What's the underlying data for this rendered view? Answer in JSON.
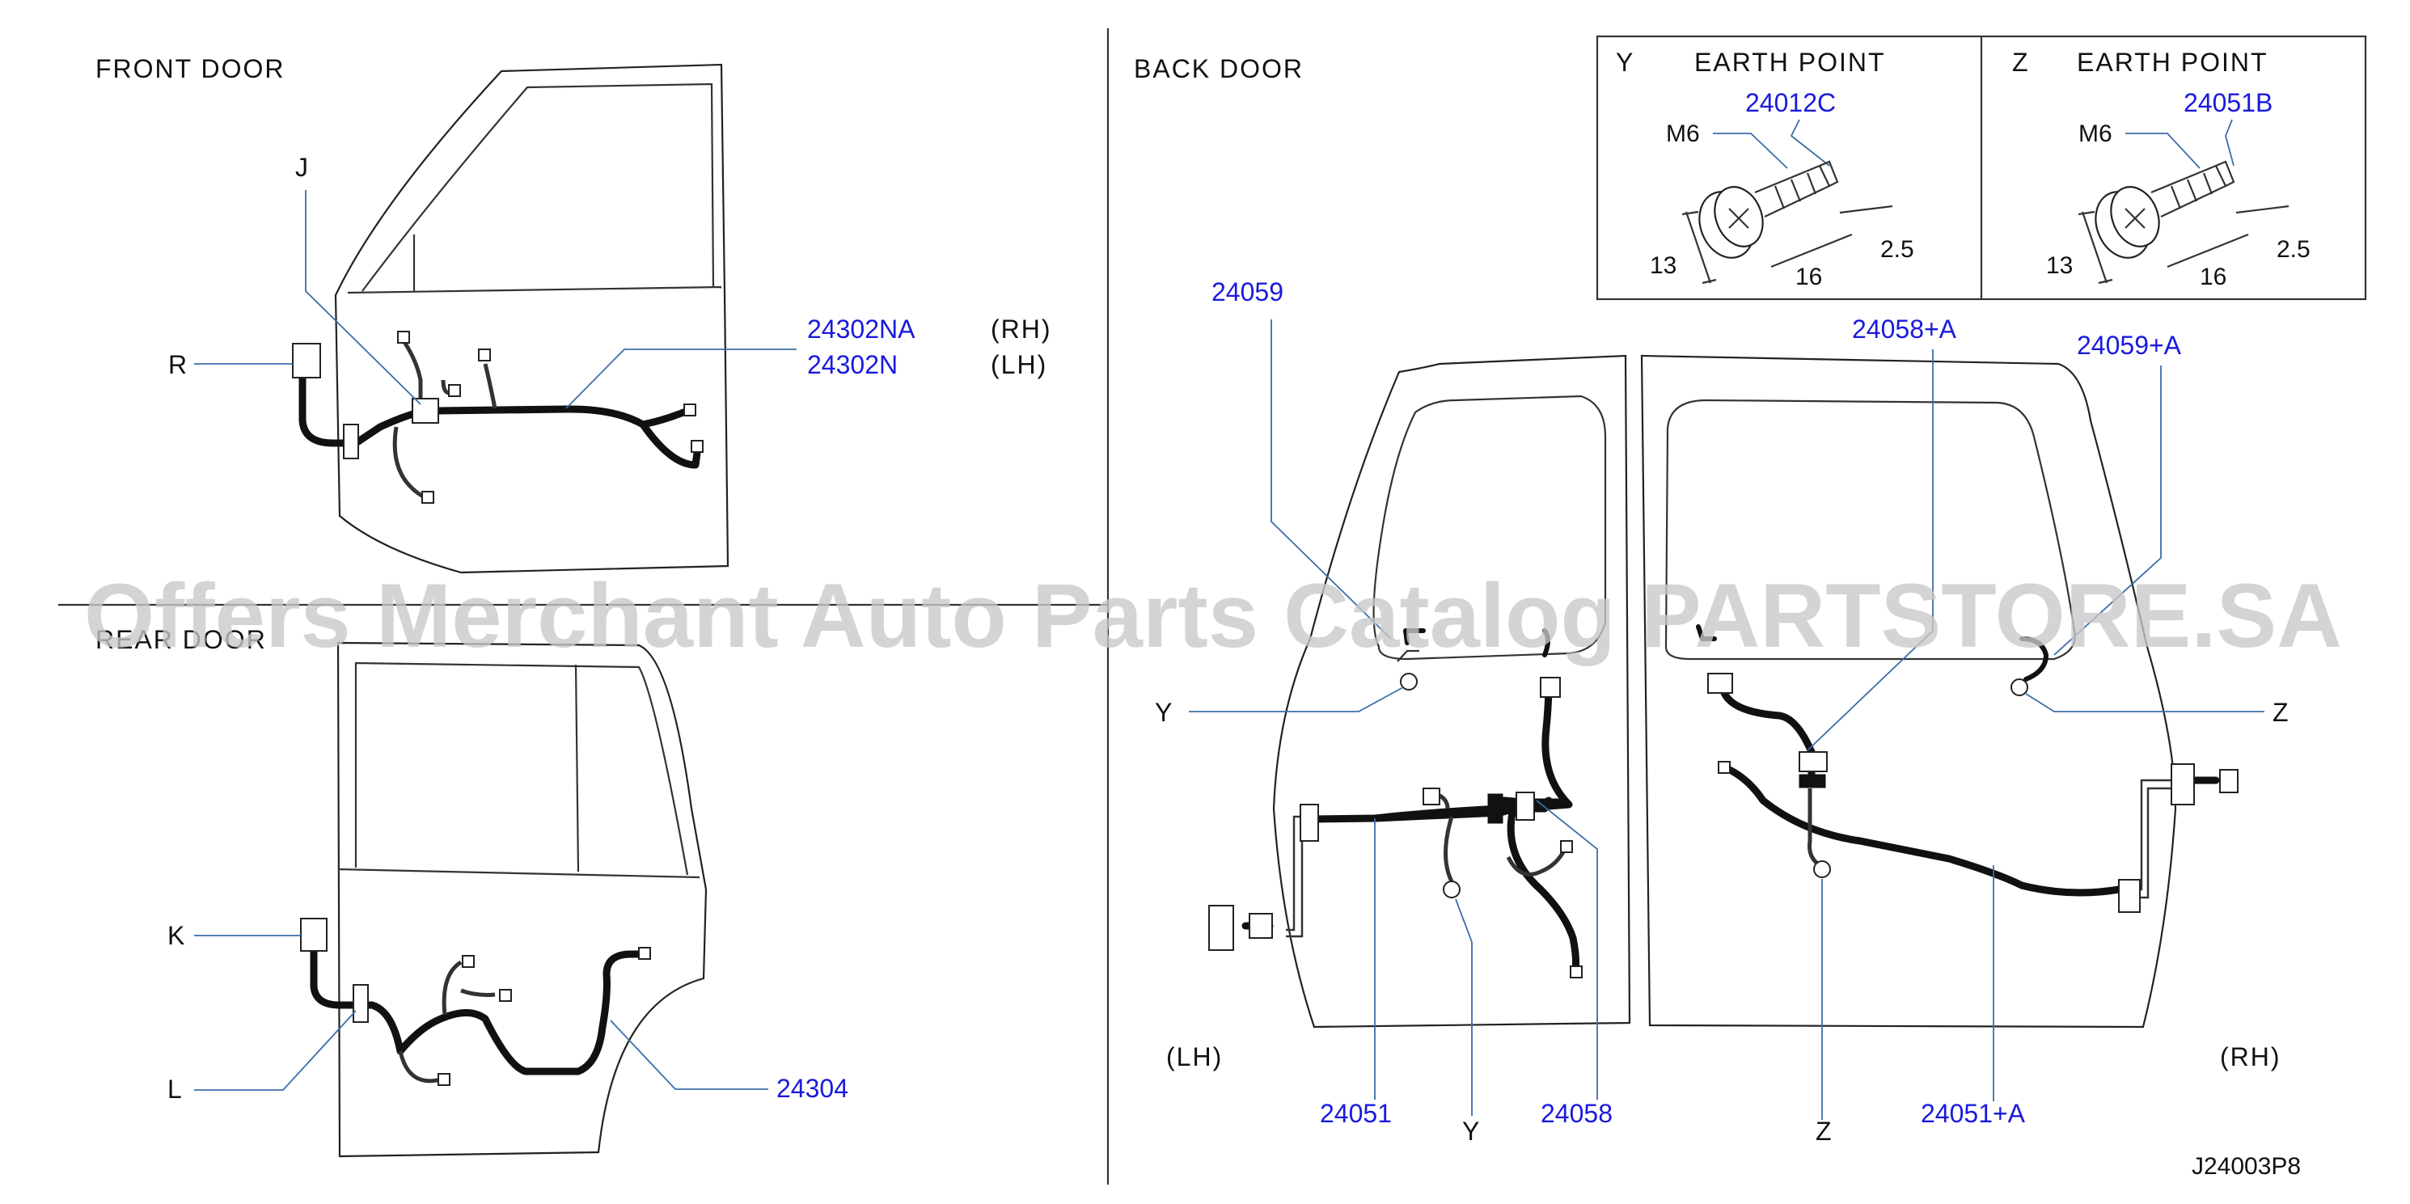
{
  "sections": {
    "front_door": "FRONT  DOOR",
    "rear_door": "REAR  DOOR",
    "back_door": "BACK  DOOR"
  },
  "front": {
    "J": "J",
    "R": "R",
    "part_rh": "24302NA",
    "part_lh": "24302N",
    "rh": "(RH)",
    "lh": "(LH)"
  },
  "rear": {
    "K": "K",
    "L": "L",
    "part": "24304"
  },
  "back": {
    "p24059": "24059",
    "p24058A": "24058+A",
    "p24059A": "24059+A",
    "Y_left": "Y",
    "Z_right": "Z",
    "lh": "(LH)",
    "rh": "(RH)",
    "p24051": "24051",
    "Y_bottom": "Y",
    "p24058": "24058",
    "Z_bottom": "Z",
    "p24051A": "24051+A"
  },
  "earth": {
    "y": {
      "letter": "Y",
      "title": "EARTH   POINT",
      "part": "24012C",
      "thread": "M6",
      "d13": "13",
      "d16": "16",
      "d25": "2.5"
    },
    "z": {
      "letter": "Z",
      "title": "EARTH   POINT",
      "part": "24051B",
      "thread": "M6",
      "d13": "13",
      "d16": "16",
      "d25": "2.5"
    }
  },
  "figure_code": "J24003P8",
  "watermark": "Offers Merchant Auto Parts Catalog PARTSTORE.SA",
  "colors": {
    "part_number": "#1a1adc",
    "leader": "#3b6ea8",
    "watermark": "#c9c9c9"
  }
}
